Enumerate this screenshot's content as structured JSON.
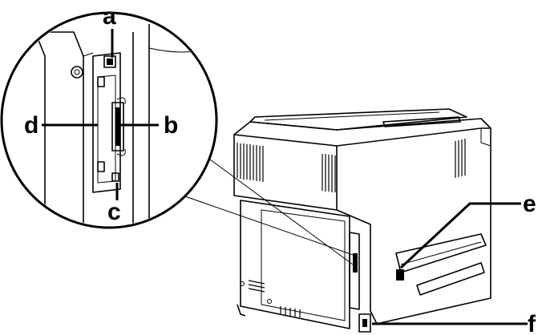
{
  "callouts": {
    "a": "a",
    "b": "b",
    "c": "c",
    "d": "d",
    "e": "e",
    "f": "f"
  },
  "colors": {
    "ink": "#000000",
    "paper": "#ffffff",
    "shade": "#e8e8e8"
  }
}
